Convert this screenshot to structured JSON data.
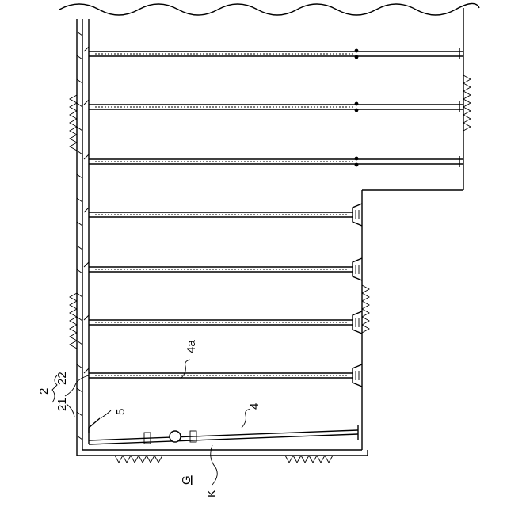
{
  "labels": {
    "wall_group": "2",
    "wall_a": "21",
    "wall_b": "22",
    "strut_label": "4a",
    "bottom_strut": "4",
    "brace": "5",
    "ground": "G",
    "ground_level": "K"
  },
  "struts": {
    "upper_count": 3,
    "lower_count": 4
  }
}
